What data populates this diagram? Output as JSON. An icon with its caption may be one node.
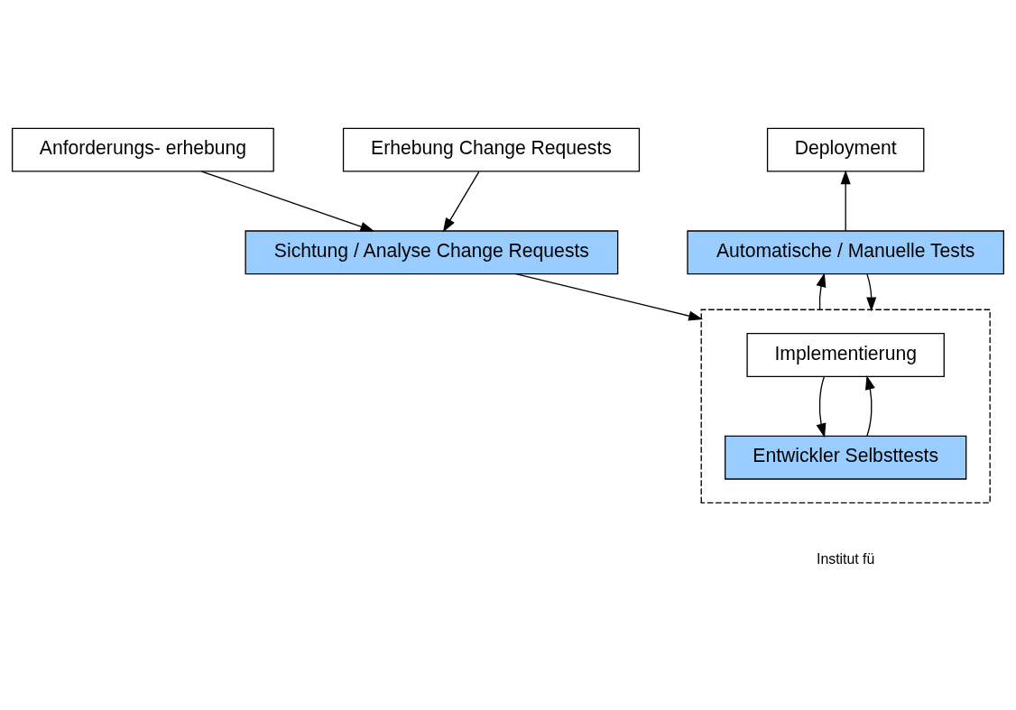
{
  "diagram": {
    "nodes": [
      {
        "text": [
          "Anforderungs- erhebung"
        ]
      },
      {
        "text": [
          "Erhebung Change Requests"
        ]
      },
      {
        "text": [
          "Sichtung / Analyse Change Requests"
        ]
      },
      {
        "text": [
          "Deployment"
        ]
      },
      {
        "text": [
          "Automatische / Manuelle Tests"
        ]
      },
      {
        "text": [],
        "shape": "box"
      },
      {
        "text": [
          "Implementierung"
        ],
        "in": 5
      },
      {
        "text": [
          "Entwickler Selbsttests"
        ],
        "in": 5
      }
    ],
    "edges": [
      {
        "from": 0,
        "to": 2,
        "arrow": "to"
      },
      {
        "from": 1,
        "to": 2,
        "arrow": "to"
      },
      {
        "from": 2,
        "to": 5,
        "arrow": "to"
      },
      {
        "from": 5,
        "to": 4,
        "arrow": "to"
      },
      {
        "from": 4,
        "to": 5,
        "arrow": "to"
      },
      {
        "from": 4,
        "to": 3,
        "arrow": "to"
      },
      {
        "from": 6,
        "to": 7,
        "arrow": "to"
      },
      {
        "from": 7,
        "to": 6,
        "arrow": "to"
      }
    ],
    "labels": [
      "Institut fü"
    ]
  }
}
